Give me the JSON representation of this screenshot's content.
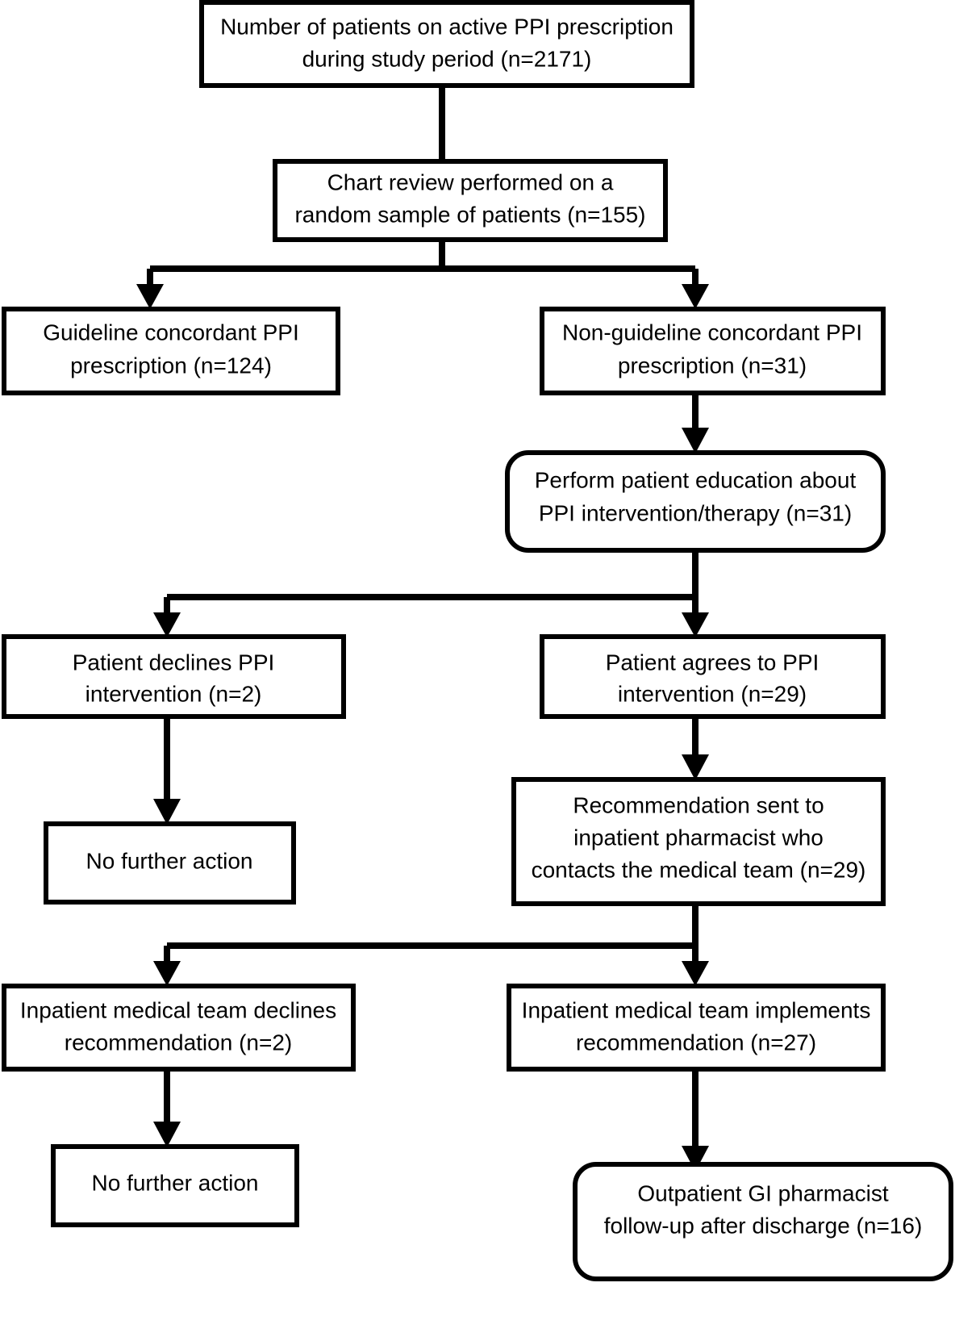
{
  "diagram": {
    "title": "PPI prescription study flow diagram",
    "type": "flowchart",
    "background_color": "#ffffff",
    "line_color": "#000000",
    "text_color": "#000000",
    "nodes": [
      {
        "id": "n1",
        "shape": "rectangle",
        "lines": [
          "Number of patients on active PPI prescription",
          "during study period (n=2171)"
        ],
        "line1": "Number of patients on active PPI prescription",
        "line2": "during study period (n=2171)",
        "line3": "",
        "count": "2171"
      },
      {
        "id": "n2",
        "shape": "rectangle",
        "lines": [
          "Chart review performed on a",
          "random sample of patients (n=155)"
        ],
        "line1": "Chart review performed on a",
        "line2": "random sample of patients (n=155)",
        "line3": "",
        "count": "155"
      },
      {
        "id": "n3",
        "shape": "rectangle",
        "lines": [
          "Guideline concordant PPI",
          "prescription (n=124)"
        ],
        "line1": "Guideline concordant PPI",
        "line2": "prescription (n=124)",
        "line3": "",
        "count": "124"
      },
      {
        "id": "n4",
        "shape": "rectangle",
        "lines": [
          "Non-guideline concordant PPI",
          "prescription (n=31)"
        ],
        "line1": "Non-guideline concordant PPI",
        "line2": "prescription (n=31)",
        "line3": "",
        "count": "31"
      },
      {
        "id": "n5",
        "shape": "rounded-rectangle",
        "lines": [
          "Perform patient education about",
          "PPI intervention/therapy (n=31)"
        ],
        "line1": "Perform patient education about",
        "line2": "PPI intervention/therapy (n=31)",
        "line3": "",
        "count": "31"
      },
      {
        "id": "n6",
        "shape": "rectangle",
        "lines": [
          "Patient declines PPI",
          "intervention (n=2)"
        ],
        "line1": "Patient declines PPI",
        "line2": "intervention (n=2)",
        "line3": "",
        "count": "2"
      },
      {
        "id": "n7",
        "shape": "rectangle",
        "lines": [
          "Patient agrees to PPI",
          "intervention (n=29)"
        ],
        "line1": "Patient agrees to PPI",
        "line2": "intervention (n=29)",
        "line3": "",
        "count": "29"
      },
      {
        "id": "n8",
        "shape": "rectangle",
        "lines": [
          "No further action"
        ],
        "line1": "No further action",
        "line2": "",
        "line3": "",
        "count": ""
      },
      {
        "id": "n9",
        "shape": "rectangle",
        "lines": [
          "Recommendation sent to",
          "inpatient pharmacist who",
          "contacts the medical team (n=29)"
        ],
        "line1": "Recommendation sent to",
        "line2": "inpatient pharmacist who",
        "line3": "contacts the medical team (n=29)",
        "count": "29"
      },
      {
        "id": "n10",
        "shape": "rectangle",
        "lines": [
          "Inpatient medical team declines",
          "recommendation (n=2)"
        ],
        "line1": "Inpatient medical team declines",
        "line2": "recommendation (n=2)",
        "line3": "",
        "count": "2"
      },
      {
        "id": "n11",
        "shape": "rectangle",
        "lines": [
          "Inpatient medical team implements",
          "recommendation (n=27)"
        ],
        "line1": "Inpatient medical team implements",
        "line2": "recommendation (n=27)",
        "line3": "",
        "count": "27"
      },
      {
        "id": "n12",
        "shape": "rectangle",
        "lines": [
          "No further action"
        ],
        "line1": "No further action",
        "line2": "",
        "line3": "",
        "count": ""
      },
      {
        "id": "n13",
        "shape": "rounded-rectangle",
        "lines": [
          "Outpatient GI pharmacist",
          "follow-up after discharge (n=16)"
        ],
        "line1": "Outpatient GI pharmacist",
        "line2": "follow-up after discharge (n=16)",
        "line3": "",
        "count": "16"
      }
    ],
    "edges": [
      {
        "from": "n1",
        "to": "n2",
        "style": "arrow"
      },
      {
        "from": "n2",
        "to": "n3",
        "style": "branch-left-arrow"
      },
      {
        "from": "n2",
        "to": "n4",
        "style": "branch-right-arrow"
      },
      {
        "from": "n4",
        "to": "n5",
        "style": "arrow"
      },
      {
        "from": "n5",
        "to": "n6",
        "style": "branch-left-arrow"
      },
      {
        "from": "n5",
        "to": "n7",
        "style": "branch-right-arrow"
      },
      {
        "from": "n6",
        "to": "n8",
        "style": "arrow"
      },
      {
        "from": "n7",
        "to": "n9",
        "style": "arrow"
      },
      {
        "from": "n9",
        "to": "n10",
        "style": "branch-left-arrow"
      },
      {
        "from": "n9",
        "to": "n11",
        "style": "branch-right-arrow"
      },
      {
        "from": "n10",
        "to": "n12",
        "style": "arrow"
      },
      {
        "from": "n11",
        "to": "n13",
        "style": "arrow"
      }
    ]
  }
}
